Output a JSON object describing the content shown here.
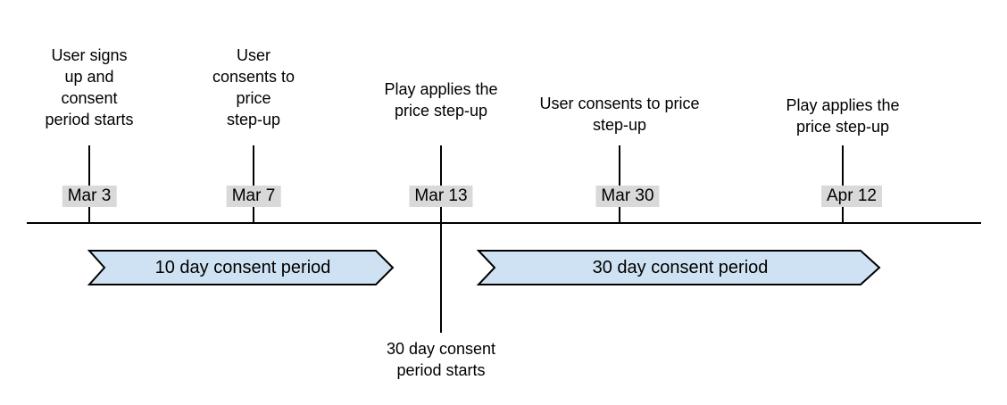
{
  "diagram": {
    "type": "timeline",
    "orientation": "horizontal",
    "events": [
      {
        "date": "Mar 3",
        "label": "User signs\nup and\nconsent\nperiod starts"
      },
      {
        "date": "Mar 7",
        "label": "User\nconsents to\nprice\nstep-up"
      },
      {
        "date": "Mar 13",
        "label": "Play applies the\nprice step-up",
        "below_label": "30 day consent\nperiod starts"
      },
      {
        "date": "Mar 30",
        "label": "User consents to price\nstep-up"
      },
      {
        "date": "Apr 12",
        "label": "Play applies the\nprice step-up"
      }
    ],
    "periods": [
      {
        "label": "10 day consent period",
        "from": "Mar 3",
        "to": "Mar 13"
      },
      {
        "label": "30 day consent period",
        "from": "Mar 13",
        "to": "Apr 12"
      }
    ]
  },
  "colors": {
    "period_fill": "#cfe2f3",
    "period_border": "#000000",
    "date_chip_bg": "#d9d9d9",
    "line": "#000000",
    "text": "#000000",
    "background": "#ffffff"
  }
}
